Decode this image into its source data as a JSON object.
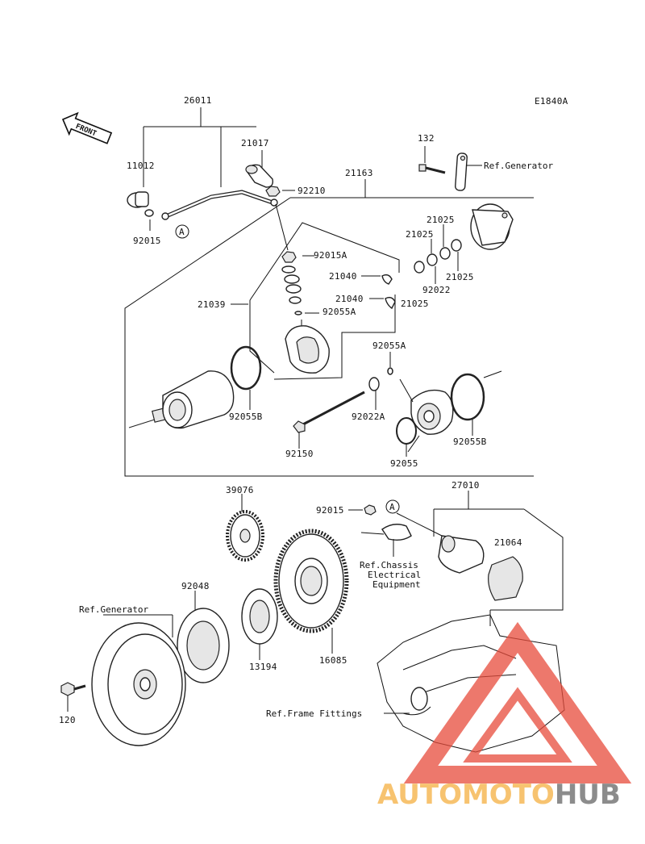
{
  "diagram_code": "E1840A",
  "front_label": "FRONT",
  "circle_marker": "A",
  "parts": {
    "p26011": "26011",
    "p11012": "11012",
    "p21017": "21017",
    "p92210": "92210",
    "p21163": "21163",
    "p132": "132",
    "p92015_top": "92015",
    "p92015A": "92015A",
    "p21040_a": "21040",
    "p21040_b": "21040",
    "p92055A_top": "92055A",
    "p21039": "21039",
    "p21025_1": "21025",
    "p21025_2": "21025",
    "p21025_3": "21025",
    "p21025_4": "21025",
    "p92022": "92022",
    "p92055A_mid": "92055A",
    "p92022A": "92022A",
    "p92055B_left": "92055B",
    "p92055B_right": "92055B",
    "p92150": "92150",
    "p92055": "92055",
    "p39076": "39076",
    "p27010": "27010",
    "p92015_bottom": "92015",
    "p21064": "21064",
    "p92048": "92048",
    "p13194": "13194",
    "p16085": "16085",
    "p120": "120"
  },
  "refs": {
    "generator_top": "Ref.Generator",
    "generator_bottom": "Ref.Generator",
    "chassis_1": "Ref.Chassis",
    "chassis_2": "Electrical",
    "chassis_3": "Equipment",
    "frame": "Ref.Frame Fittings"
  },
  "watermark": {
    "part1": "AUTOMOTO",
    "part2": "HUB",
    "color1": "#f5b041",
    "color2": "#666666",
    "triangle_color": "#e74c3c"
  }
}
